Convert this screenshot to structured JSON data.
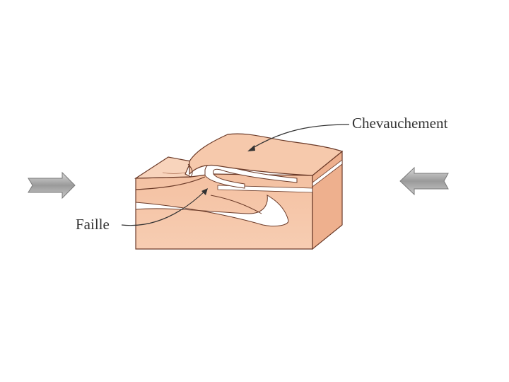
{
  "labels": {
    "thrust": "Chevauchement",
    "fault": "Faille"
  },
  "colors": {
    "rock_light": "#f6c9ac",
    "rock_mid": "#eeb08e",
    "rock_top": "#f8d4bc",
    "outline": "#6b3a28",
    "white_layer": "#ffffff",
    "arrow_fill": "#a9a9a9",
    "arrow_edge": "#7a7a7a",
    "label_text": "#333333"
  },
  "icons": [
    "compression-arrow-left",
    "compression-arrow-right"
  ]
}
